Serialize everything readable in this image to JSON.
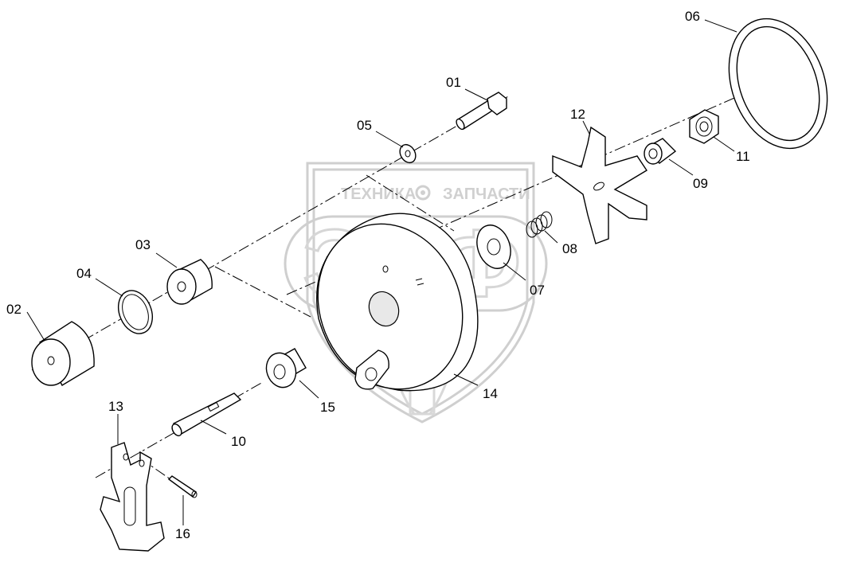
{
  "watermark": {
    "line1_left": "ТЕХНИКА",
    "line1_right": "ЗАПЧАСТИ",
    "logo": "ЭПФ"
  },
  "callouts": {
    "c01": "01",
    "c02": "02",
    "c03": "03",
    "c04": "04",
    "c05": "05",
    "c06": "06",
    "c07": "07",
    "c08": "08",
    "c09": "09",
    "c10": "10",
    "c11": "11",
    "c12": "12",
    "c13": "13",
    "c14": "14",
    "c15": "15",
    "c16": "16"
  },
  "icons": {
    "gear": "gear-icon"
  }
}
